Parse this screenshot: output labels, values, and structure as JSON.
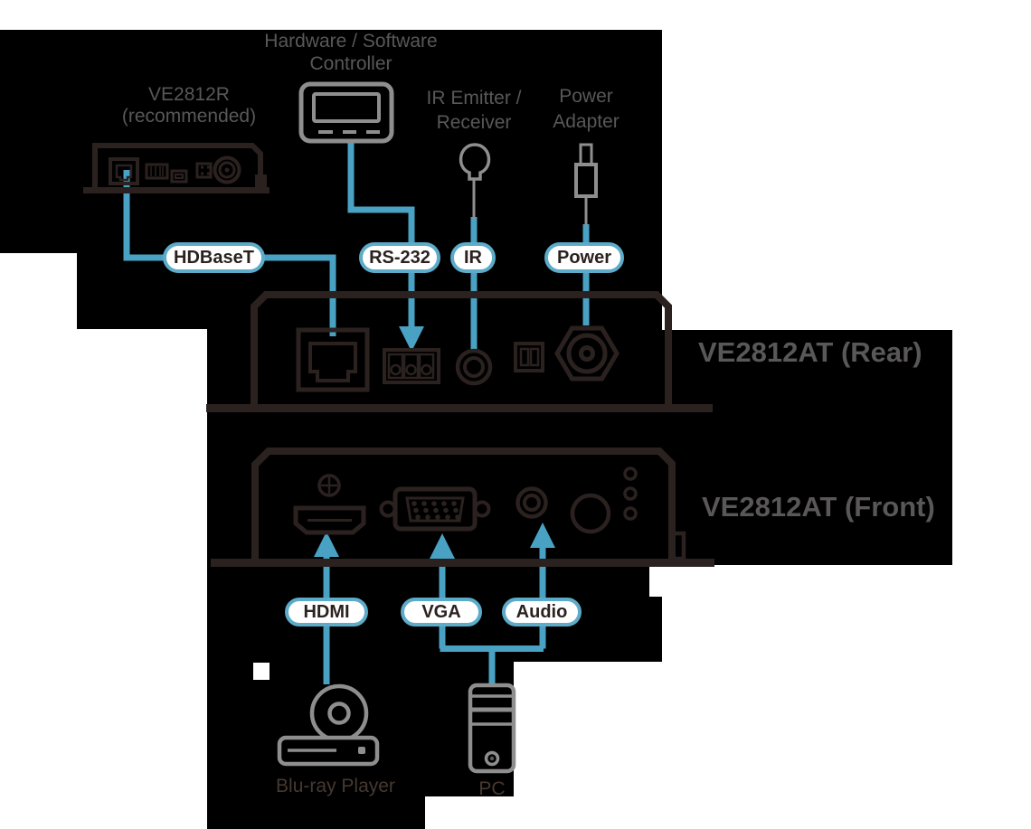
{
  "labels": {
    "controller_top": "Hardware / Software",
    "controller_bottom": "Controller",
    "receiver_model": "VE2812R",
    "receiver_note": "(recommended)",
    "ir_top": "IR Emitter /",
    "ir_bottom": "Receiver",
    "power_top": "Power",
    "power_bottom": "Adapter",
    "rear_panel": "VE2812AT (Rear)",
    "front_panel": "VE2812AT (Front)",
    "bluray": "Blu-ray Player",
    "pc": "PC"
  },
  "pills": {
    "hdbaset": "HDBaseT",
    "rs232": "RS-232",
    "ir": "IR",
    "power": "Power",
    "hdmi": "HDMI",
    "vga": "VGA",
    "audio": "Audio"
  },
  "icons": [
    "controller-tablet-icon",
    "ir-receiver-icon",
    "power-plug-icon",
    "rj45-port-icon",
    "terminal-block-icon",
    "ir-port-icon",
    "dip-switch-icon",
    "power-jack-icon",
    "hdmi-port-icon",
    "vga-port-icon",
    "audio-jack-icon",
    "bluray-player-icon",
    "pc-tower-icon"
  ],
  "colors": {
    "background": "#000000",
    "patch_white": "#FFFFFF",
    "line_art": "#2B2220",
    "accent_blue": "#49A2C4",
    "pill_border_blue": "#5CABC9",
    "icon_gray": "#8E8E8E",
    "label_gray": "#595757",
    "label_dark": "#463931"
  }
}
